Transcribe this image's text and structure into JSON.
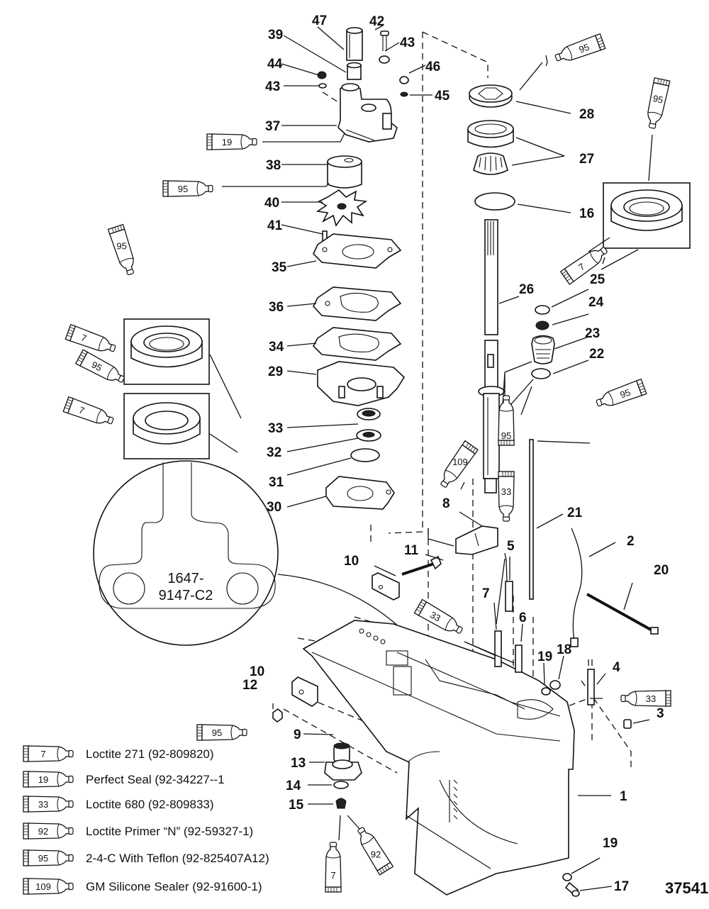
{
  "figure_number": "37541",
  "inset_part_marking": [
    "1647-",
    "9147-C2"
  ],
  "callouts": [
    {
      "id": "47",
      "label": "47"
    },
    {
      "id": "42",
      "label": "42"
    },
    {
      "id": "39",
      "label": "39"
    },
    {
      "id": "43a",
      "label": "43"
    },
    {
      "id": "44",
      "label": "44"
    },
    {
      "id": "43b",
      "label": "43"
    },
    {
      "id": "46",
      "label": "46"
    },
    {
      "id": "45",
      "label": "45"
    },
    {
      "id": "37",
      "label": "37"
    },
    {
      "id": "38",
      "label": "38"
    },
    {
      "id": "40",
      "label": "40"
    },
    {
      "id": "41",
      "label": "41"
    },
    {
      "id": "35",
      "label": "35"
    },
    {
      "id": "36",
      "label": "36"
    },
    {
      "id": "34",
      "label": "34"
    },
    {
      "id": "29",
      "label": "29"
    },
    {
      "id": "33",
      "label": "33"
    },
    {
      "id": "32",
      "label": "32"
    },
    {
      "id": "31",
      "label": "31"
    },
    {
      "id": "30",
      "label": "30"
    },
    {
      "id": "28",
      "label": "28"
    },
    {
      "id": "27",
      "label": "27"
    },
    {
      "id": "16",
      "label": "16"
    },
    {
      "id": "26",
      "label": "26"
    },
    {
      "id": "25",
      "label": "25"
    },
    {
      "id": "24",
      "label": "24"
    },
    {
      "id": "23",
      "label": "23"
    },
    {
      "id": "22",
      "label": "22"
    },
    {
      "id": "8",
      "label": "8"
    },
    {
      "id": "21",
      "label": "21"
    },
    {
      "id": "2",
      "label": "2"
    },
    {
      "id": "20",
      "label": "20"
    },
    {
      "id": "11",
      "label": "11"
    },
    {
      "id": "10a",
      "label": "10"
    },
    {
      "id": "5",
      "label": "5"
    },
    {
      "id": "7",
      "label": "7"
    },
    {
      "id": "6",
      "label": "6"
    },
    {
      "id": "19a",
      "label": "19"
    },
    {
      "id": "18",
      "label": "18"
    },
    {
      "id": "4",
      "label": "4"
    },
    {
      "id": "10b",
      "label": "10"
    },
    {
      "id": "12",
      "label": "12"
    },
    {
      "id": "3",
      "label": "3"
    },
    {
      "id": "9",
      "label": "9"
    },
    {
      "id": "13",
      "label": "13"
    },
    {
      "id": "14",
      "label": "14"
    },
    {
      "id": "15",
      "label": "15"
    },
    {
      "id": "1",
      "label": "1"
    },
    {
      "id": "19b",
      "label": "19"
    },
    {
      "id": "17",
      "label": "17"
    }
  ],
  "tubes": [
    {
      "id": "t95-top-right",
      "code": "95"
    },
    {
      "id": "t95-right-seal",
      "code": "95"
    },
    {
      "id": "t7-right-seal",
      "code": "7"
    },
    {
      "id": "t19-pump",
      "code": "19"
    },
    {
      "id": "t95-38",
      "code": "95"
    },
    {
      "id": "t95-left-top",
      "code": "95"
    },
    {
      "id": "t7-left-33",
      "code": "7"
    },
    {
      "id": "t95-left-mid",
      "code": "95"
    },
    {
      "id": "t7-left-32",
      "code": "7"
    },
    {
      "id": "t95-23",
      "code": "95"
    },
    {
      "id": "t95-21",
      "code": "95"
    },
    {
      "id": "t109",
      "code": "109"
    },
    {
      "id": "t33-5",
      "code": "33"
    },
    {
      "id": "t33-7",
      "code": "33"
    },
    {
      "id": "t33-4",
      "code": "33"
    },
    {
      "id": "t95-9",
      "code": "95"
    },
    {
      "id": "t7-15",
      "code": "7"
    },
    {
      "id": "t92-15",
      "code": "92"
    }
  ],
  "legend": [
    {
      "code": "7",
      "text": "Loctite 271 (92-809820)"
    },
    {
      "code": "19",
      "text": "Perfect Seal (92-34227--1"
    },
    {
      "code": "33",
      "text": "Loctite 680 (92-809833)"
    },
    {
      "code": "92",
      "text": "Loctite Primer “N” (92-59327-1)"
    },
    {
      "code": "95",
      "text": "2-4-C  With Teflon (92-825407A12)"
    },
    {
      "code": "109",
      "text": "GM Silicone Sealer (92-91600-1)"
    }
  ]
}
